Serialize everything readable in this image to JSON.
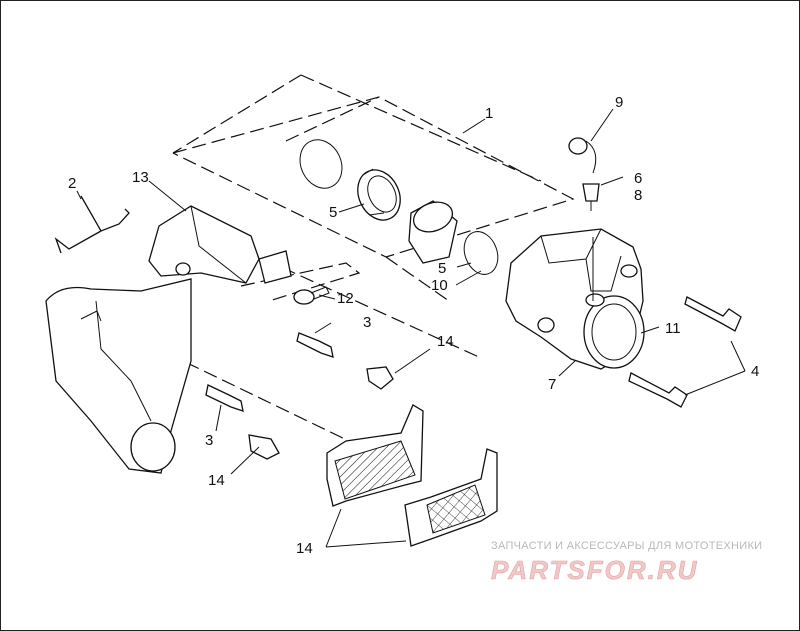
{
  "diagram": {
    "callouts": {
      "c1": "1",
      "c2": "2",
      "c3a": "3",
      "c3b": "3",
      "c4": "4",
      "c5a": "5",
      "c5b": "5",
      "c6": "6",
      "c7": "7",
      "c8": "8",
      "c9": "9",
      "c10": "10",
      "c11": "11",
      "c12": "12",
      "c13": "13",
      "c14a": "14",
      "c14b": "14",
      "c14c": "14"
    }
  },
  "watermark": {
    "tagline": "ЗАПЧАСТИ И АКСЕССУАРЫ ДЛЯ МОТОТЕХНИКИ",
    "brand": "PARTSFOR.RU"
  },
  "colors": {
    "line": "#111111",
    "watermark_text": "#b9b9b9",
    "watermark_brand": "#f0c8c8"
  }
}
